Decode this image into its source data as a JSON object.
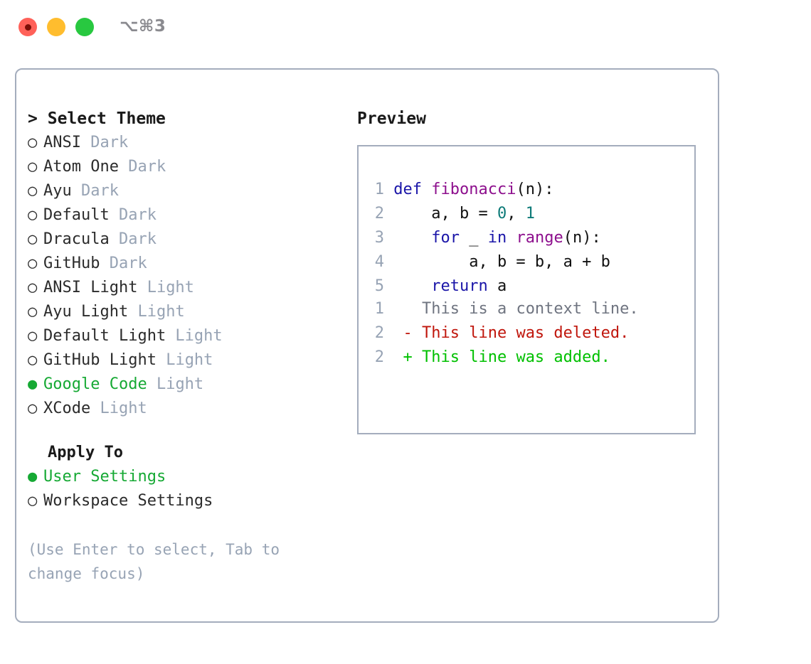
{
  "window": {
    "shortcut": "⌥⌘3",
    "traffic_lights": [
      {
        "name": "close",
        "color": "#ff6159"
      },
      {
        "name": "minimize",
        "color": "#ffbd2e"
      },
      {
        "name": "maximize",
        "color": "#28c840"
      }
    ]
  },
  "theme_panel": {
    "caret": ">",
    "title": "Select Theme",
    "bullet_unselected": "○",
    "bullet_selected": "●",
    "items": [
      {
        "name": "ANSI",
        "variant": "Dark",
        "selected": false
      },
      {
        "name": "Atom One",
        "variant": "Dark",
        "selected": false
      },
      {
        "name": "Ayu",
        "variant": "Dark",
        "selected": false
      },
      {
        "name": "Default",
        "variant": "Dark",
        "selected": false
      },
      {
        "name": "Dracula",
        "variant": "Dark",
        "selected": false
      },
      {
        "name": "GitHub",
        "variant": "Dark",
        "selected": false
      },
      {
        "name": "ANSI Light",
        "variant": "Light",
        "selected": false
      },
      {
        "name": "Ayu Light",
        "variant": "Light",
        "selected": false
      },
      {
        "name": "Default Light",
        "variant": "Light",
        "selected": false
      },
      {
        "name": "GitHub Light",
        "variant": "Light",
        "selected": false
      },
      {
        "name": "Google Code",
        "variant": "Light",
        "selected": true
      },
      {
        "name": "XCode",
        "variant": "Light",
        "selected": false
      }
    ]
  },
  "apply_to": {
    "title": "Apply To",
    "items": [
      {
        "name": "User Settings",
        "selected": true
      },
      {
        "name": "Workspace Settings",
        "selected": false
      }
    ]
  },
  "hint": "(Use Enter to select, Tab to change focus)",
  "preview": {
    "title": "Preview",
    "code_lines": [
      {
        "no": "1",
        "tokens": [
          {
            "t": "def",
            "c": "kw"
          },
          {
            "t": " ",
            "c": "plain"
          },
          {
            "t": "fibonacci",
            "c": "fn"
          },
          {
            "t": "(n):",
            "c": "punct"
          }
        ]
      },
      {
        "no": "2",
        "tokens": [
          {
            "t": "    a, b = ",
            "c": "plain"
          },
          {
            "t": "0",
            "c": "num"
          },
          {
            "t": ", ",
            "c": "plain"
          },
          {
            "t": "1",
            "c": "num"
          }
        ]
      },
      {
        "no": "3",
        "tokens": [
          {
            "t": "    ",
            "c": "plain"
          },
          {
            "t": "for",
            "c": "kw"
          },
          {
            "t": " _ ",
            "c": "plain"
          },
          {
            "t": "in",
            "c": "kw"
          },
          {
            "t": " ",
            "c": "plain"
          },
          {
            "t": "range",
            "c": "fn"
          },
          {
            "t": "(n):",
            "c": "punct"
          }
        ]
      },
      {
        "no": "4",
        "tokens": [
          {
            "t": "        a, b = b, a + b",
            "c": "plain"
          }
        ]
      },
      {
        "no": "5",
        "tokens": [
          {
            "t": "    ",
            "c": "plain"
          },
          {
            "t": "return",
            "c": "kw"
          },
          {
            "t": " a",
            "c": "plain"
          }
        ]
      }
    ],
    "diff_lines": [
      {
        "no": "1",
        "marker": " ",
        "text": " This is a context line.",
        "kind": "ctx"
      },
      {
        "no": "2",
        "marker": "-",
        "text": " This line was deleted.",
        "kind": "del"
      },
      {
        "no": "2",
        "marker": "+",
        "text": " This line was added.",
        "kind": "add"
      }
    ]
  },
  "colors": {
    "accent_green": "#16a934",
    "muted_gray": "#97a3b4",
    "border": "#a4adbd",
    "keyword": "#1a15a8",
    "function": "#8d0f8d",
    "number": "#0d7a78",
    "diff_deleted": "#c0160c",
    "diff_added": "#00c000"
  }
}
